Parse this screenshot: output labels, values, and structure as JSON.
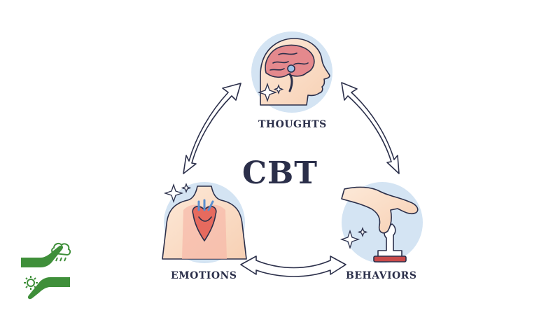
{
  "diagram": {
    "center_title": "CBT",
    "nodes": [
      {
        "id": "thoughts",
        "label": "THOUGHTS",
        "icon": "head-brain-icon"
      },
      {
        "id": "behaviors",
        "label": "BEHAVIORS",
        "icon": "hand-chess-knight-icon"
      },
      {
        "id": "emotions",
        "label": "EMOTIONS",
        "icon": "torso-heart-icon"
      }
    ],
    "cycle": [
      "thoughts",
      "behaviors",
      "emotions"
    ],
    "arrow_style": "double-headed",
    "logo_icon": "hands-sun-cloud-logo-icon"
  },
  "colors": {
    "text": "#2b2f4a",
    "circle_fill": "#d4e4f3",
    "arrow_fill": "#ffffff",
    "arrow_stroke": "#2b2f4a",
    "logo_green": "#3f8f3a"
  }
}
